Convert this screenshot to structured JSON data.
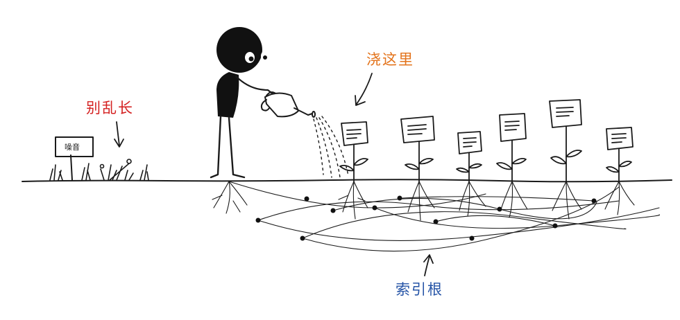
{
  "annotations": {
    "noise_caption": {
      "text": "别乱长",
      "color": "#d42020"
    },
    "water_caption": {
      "text": "浇这里",
      "color": "#e3731b"
    },
    "roots_caption": {
      "text": "索引根",
      "color": "#2453a6"
    }
  },
  "noise_sign": {
    "text": "噪音"
  },
  "colors": {
    "ink": "#1a1a1a",
    "paper": "#ffffff"
  },
  "icons": {
    "person": "stick-figure-icon",
    "can": "watering-can-icon",
    "note": "note-card-icon",
    "weed": "weed-icon"
  }
}
